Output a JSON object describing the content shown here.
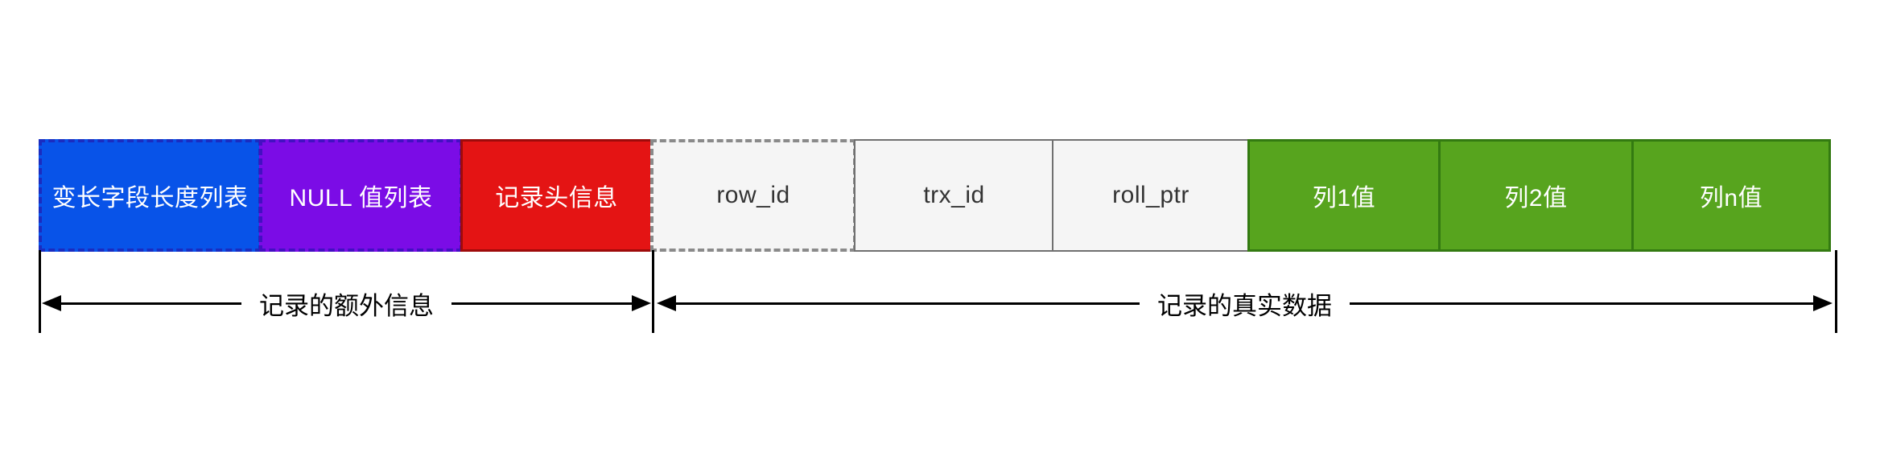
{
  "diagram": {
    "background": "#ffffff",
    "cells": [
      {
        "label": "变长字段长度列表",
        "fill": "#0853e8",
        "border_color": "#1a2cc0",
        "border_style": "dashed",
        "text_color": "#ffffff"
      },
      {
        "label": "NULL 值列表",
        "fill": "#7b0ce6",
        "border_color": "#4310c2",
        "border_style": "dashed",
        "text_color": "#ffffff"
      },
      {
        "label": "记录头信息",
        "fill": "#e41414",
        "border_color": "#9e0b0b",
        "border_style": "solid",
        "text_color": "#ffffff"
      },
      {
        "label": "row_id",
        "fill": "#f5f5f5",
        "border_color": "#8a8a8a",
        "border_style": "dashed",
        "text_color": "#333333"
      },
      {
        "label": "trx_id",
        "fill": "#f5f5f5",
        "border_color": "#707070",
        "border_style": "solid",
        "text_color": "#333333"
      },
      {
        "label": "roll_ptr",
        "fill": "#f5f5f5",
        "border_color": "#707070",
        "border_style": "solid",
        "text_color": "#333333"
      },
      {
        "label": "列1值",
        "fill": "#57a41e",
        "border_color": "#337a11",
        "border_style": "solid",
        "text_color": "#ffffff"
      },
      {
        "label": "列2值",
        "fill": "#57a41e",
        "border_color": "#337a11",
        "border_style": "solid",
        "text_color": "#ffffff"
      },
      {
        "label": "列n值",
        "fill": "#57a41e",
        "border_color": "#337a11",
        "border_style": "solid",
        "text_color": "#ffffff"
      }
    ],
    "measures": [
      {
        "label": "记录的额外信息"
      },
      {
        "label": "记录的真实数据"
      }
    ],
    "arrow_color": "#000000"
  }
}
